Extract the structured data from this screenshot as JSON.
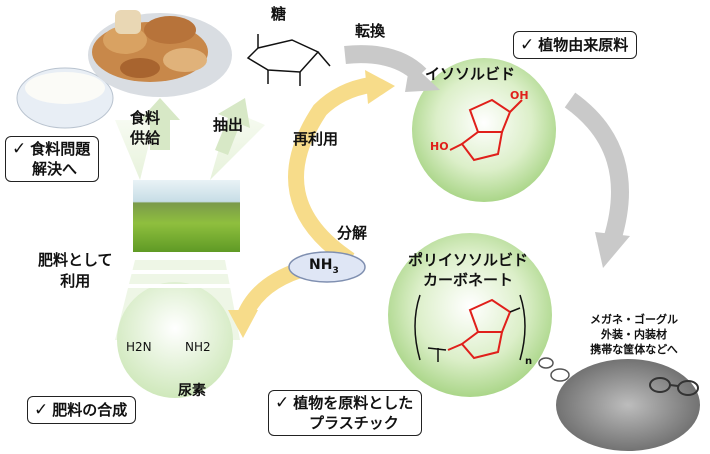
{
  "labels": {
    "sugar": "糖",
    "conversion": "転換",
    "food_supply_1": "食料",
    "food_supply_2": "供給",
    "extraction": "抽出",
    "reuse": "再利用",
    "decomposition": "分解",
    "fertilizer_use_1": "肥料として",
    "fertilizer_use_2": "利用",
    "urea": "尿素",
    "isosorbide": "イソソルビド",
    "polycarbonate_1": "ポリイソソルビド",
    "polycarbonate_2": "カーボネート",
    "nh3": "NH",
    "nh3_sub": "3",
    "uses_1": "メガネ・ゴーグル",
    "uses_2": "外装・内装材",
    "uses_3": "携帯な筐体などへ",
    "n_sub": "n",
    "oh": "OH",
    "ho": "HO",
    "h2n": "H2N",
    "nh2": "NH2"
  },
  "callouts": {
    "plant_origin": "植物由来原料",
    "food_problem_1": "食料問題",
    "food_problem_2": "解決へ",
    "fertilizer_synth": "肥料の合成",
    "plant_plastic_1": "植物を原料とした",
    "plant_plastic_2": "プラスチック"
  },
  "colors": {
    "circle_green": "#bfe0a6",
    "arrow_gray": "#cccccc",
    "arrow_yellow": "#f7dc8a",
    "molecule_red": "#e0201b",
    "nh3_fill": "#dfe6f5"
  }
}
